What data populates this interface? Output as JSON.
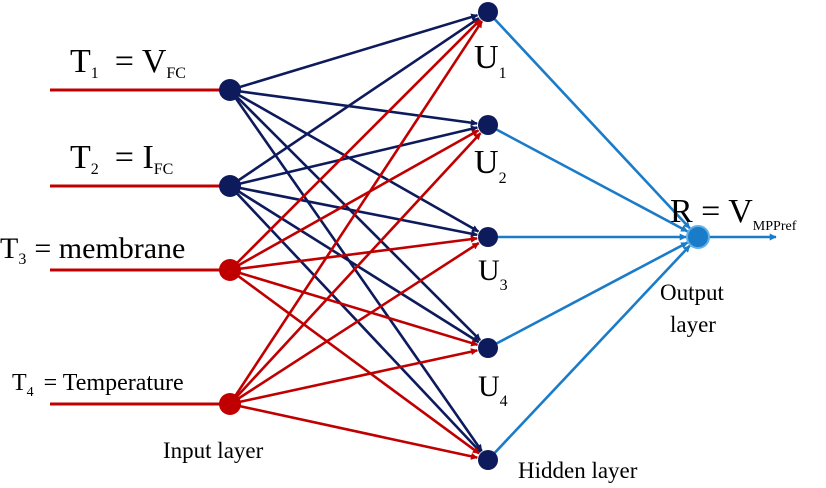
{
  "colors": {
    "input_line": "#c00000",
    "input_node_red": "#c00000",
    "input_node_navy": "#0d1a5c",
    "navy_edge": "#0d1a5c",
    "red_edge": "#c00000",
    "hidden_node": "#0d1a5c",
    "output_edge": "#1a7bc9",
    "output_node": "#1a7bc9",
    "text": "#000000"
  },
  "inputs": [
    {
      "main": "T",
      "sub": "1",
      "eq": "= V",
      "eq_sub": "FC",
      "node_color": "navy"
    },
    {
      "main": "T",
      "sub": "2",
      "eq": "= I",
      "eq_sub": "FC",
      "node_color": "navy"
    },
    {
      "main": "T",
      "sub": "3",
      "eq": "= membrane",
      "eq_sub": "",
      "node_color": "red"
    },
    {
      "main": "T",
      "sub": "4",
      "eq": "= Temperature",
      "eq_sub": "",
      "node_color": "red"
    }
  ],
  "hidden": [
    {
      "main": "U",
      "sub": "1"
    },
    {
      "main": "U",
      "sub": "2"
    },
    {
      "main": "U",
      "sub": "3"
    },
    {
      "main": "U",
      "sub": "4"
    },
    {
      "main": "",
      "sub": ""
    }
  ],
  "output": {
    "main": "R = V",
    "sub": "MPPref"
  },
  "captions": {
    "input_layer": "Input layer",
    "hidden_layer": "Hidden  layer",
    "output_layer_1": "Output",
    "output_layer_2": "layer"
  },
  "icons": [
    "input-node-icon",
    "hidden-node-icon",
    "output-node-icon",
    "arrowhead-icon"
  ]
}
